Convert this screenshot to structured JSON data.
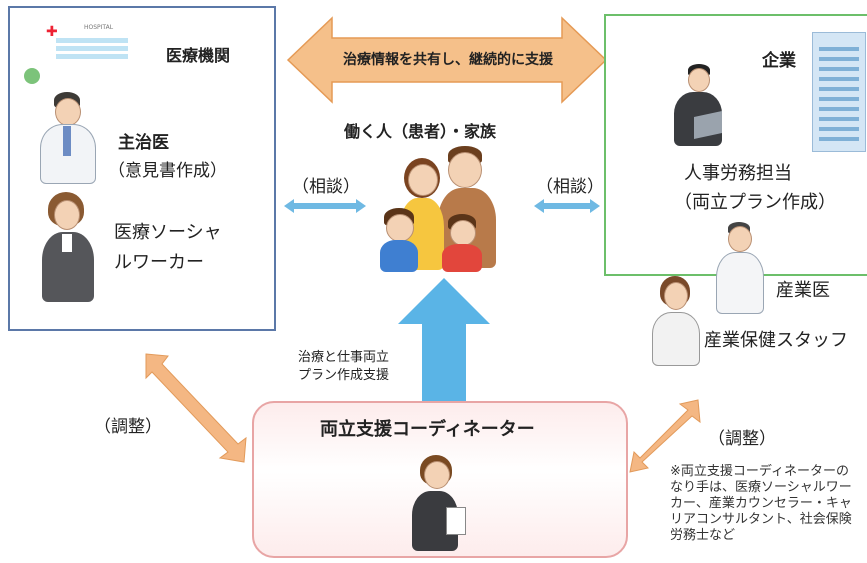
{
  "banner": {
    "label": "治療情報を共有し、継続的に支援"
  },
  "medical": {
    "title": "医療機関",
    "doctor_title": "主治医",
    "doctor_sub": "（意見書作成）",
    "msw_line1": "医療ソーシャ",
    "msw_line2": "ルワーカー"
  },
  "company": {
    "title": "企業",
    "hr_line1": "人事労務担当",
    "hr_line2": "（両立プラン作成）",
    "occ_doctor": "産業医",
    "occ_staff": "産業保健スタッフ"
  },
  "worker": {
    "title": "働く人（患者）・家族"
  },
  "consult_left": "（相談）",
  "consult_right": "（相談）",
  "support_text_line1": "治療と仕事両立",
  "support_text_line2": "プラン作成支援",
  "adjust_left": "（調整）",
  "adjust_right": "（調整）",
  "coordinator": {
    "title": "両立支援コーディネーター"
  },
  "footnote": {
    "line1": "※両立支援コーディネーターの",
    "line2": "なり手は、医療ソーシャルワー",
    "line3": "カー、産業カウンセラー・キャ",
    "line4": "リアコンサルタント、社会保険",
    "line5": "労務士など"
  },
  "hospital_sign": "HOSPITAL",
  "colors": {
    "banner_arrow": "#f5c08a",
    "banner_arrow_stroke": "#e59a55",
    "up_arrow": "#5ab4e6",
    "consult_arrow": "#6fb9e3",
    "adjust_arrow": "#f4b783",
    "medical_border": "#5b78a8",
    "company_border": "#6cbf6a",
    "coordinator_border": "#e8a5a5"
  }
}
